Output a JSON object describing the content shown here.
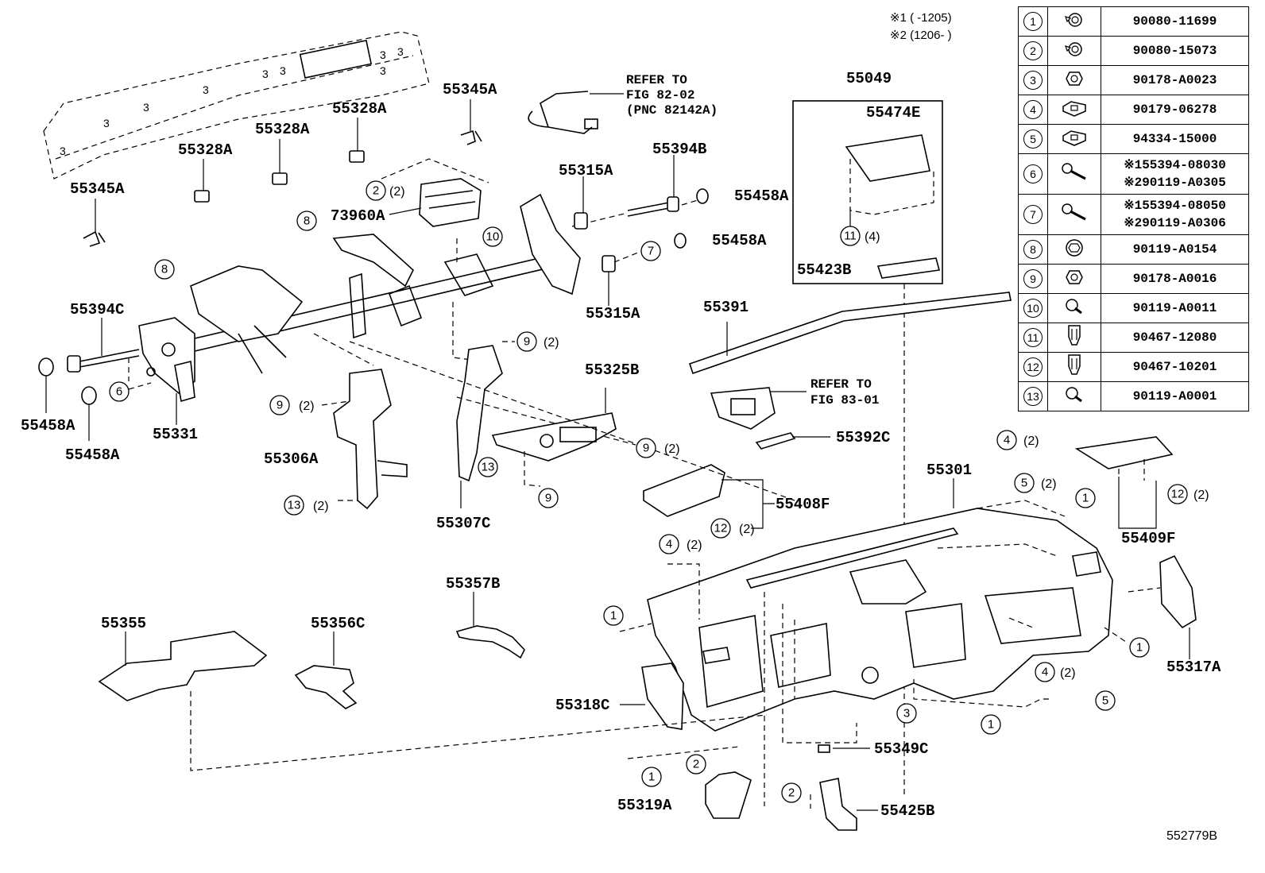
{
  "notes": {
    "note1": "※1 (     -1205)",
    "note2": "※2 (1206-      )"
  },
  "figure_code": "552779B",
  "fasteners": [
    {
      "index": "1",
      "icon": "bolt-washer-icon",
      "part_no": "90080-11699",
      "part_no_2": ""
    },
    {
      "index": "2",
      "icon": "bolt-washer-icon",
      "part_no": "90080-15073",
      "part_no_2": ""
    },
    {
      "index": "3",
      "icon": "nut-icon",
      "part_no": "90178-A0023",
      "part_no_2": ""
    },
    {
      "index": "4",
      "icon": "clip-nut-icon",
      "part_no": "90179-06278",
      "part_no_2": ""
    },
    {
      "index": "5",
      "icon": "clip-nut-icon",
      "part_no": "94334-15000",
      "part_no_2": ""
    },
    {
      "index": "6",
      "icon": "long-bolt-icon",
      "part_no": "※155394-08030",
      "part_no_2": "※290119-A0305"
    },
    {
      "index": "7",
      "icon": "long-bolt-icon",
      "part_no": "※155394-08050",
      "part_no_2": "※290119-A0306"
    },
    {
      "index": "8",
      "icon": "flange-bolt-icon",
      "part_no": "90119-A0154",
      "part_no_2": ""
    },
    {
      "index": "9",
      "icon": "nut-icon",
      "part_no": "90178-A0016",
      "part_no_2": ""
    },
    {
      "index": "10",
      "icon": "bolt-icon",
      "part_no": "90119-A0011",
      "part_no_2": ""
    },
    {
      "index": "11",
      "icon": "clip-icon",
      "part_no": "90467-12080",
      "part_no_2": ""
    },
    {
      "index": "12",
      "icon": "clip-icon",
      "part_no": "90467-10201",
      "part_no_2": ""
    },
    {
      "index": "13",
      "icon": "bolt-icon",
      "part_no": "90119-A0001",
      "part_no_2": ""
    }
  ],
  "labels": {
    "p55345A_top": "55345A",
    "p55328A_a": "55328A",
    "p55328A_b": "55328A",
    "p55328A_c": "55328A",
    "p55345A_left": "55345A",
    "p73960A": "73960A",
    "p55315A_a": "55315A",
    "p55315A_b": "55315A",
    "p55394B": "55394B",
    "p55458A_a": "55458A",
    "p55458A_b": "55458A",
    "p55458A_c": "55458A",
    "p55458A_d": "55458A",
    "p55394C": "55394C",
    "p55331": "55331",
    "p55306A": "55306A",
    "p55307C": "55307C",
    "p55325B": "55325B",
    "p55049": "55049",
    "p55474E": "55474E",
    "p55423B": "55423B",
    "p55391": "55391",
    "p55392C": "55392C",
    "p55301": "55301",
    "p55408F": "55408F",
    "p55409F": "55409F",
    "p55317A": "55317A",
    "p55355": "55355",
    "p55356C": "55356C",
    "p55357B": "55357B",
    "p55318C": "55318C",
    "p55349C": "55349C",
    "p55319A": "55319A",
    "p55425B": "55425B"
  },
  "refs": {
    "ref1_line1": "REFER TO",
    "ref1_line2": "FIG 82-02",
    "ref1_line3": "(PNC 82142A)",
    "ref2_line1": "REFER TO",
    "ref2_line2": "FIG 83-01"
  },
  "quantities": {
    "q2": "(2)",
    "q4": "(4)"
  }
}
